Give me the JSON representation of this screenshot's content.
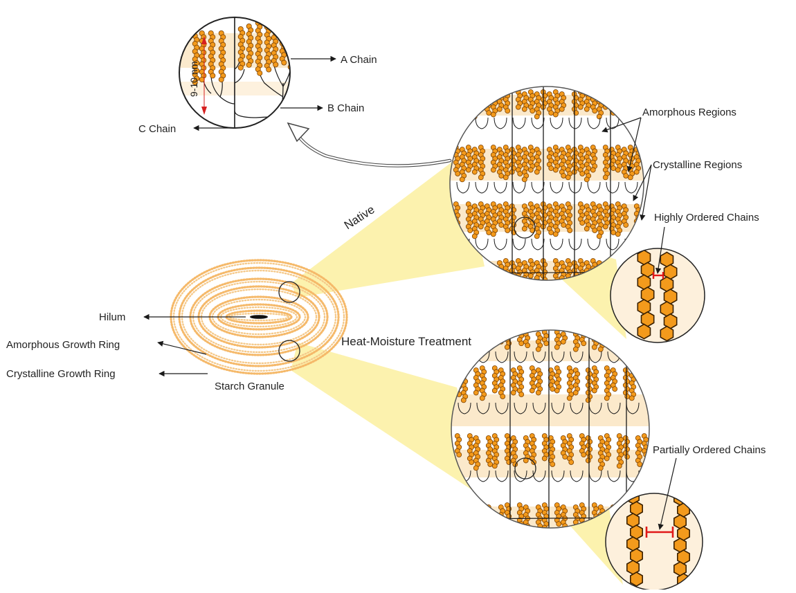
{
  "labels": {
    "a_chain": "A Chain",
    "b_chain": "B Chain",
    "c_chain": "C Chain",
    "scale": "9-10 nm",
    "amorphous_regions": "Amorphous Regions",
    "crystalline_regions": "Crystalline Regions",
    "highly_ordered": "Highly Ordered Chains",
    "partially_ordered": "Partially Ordered Chains",
    "native": "Native",
    "hmt": "Heat-Moisture Treatment",
    "hilum": "Hilum",
    "amorphous_ring": "Amorphous Growth Ring",
    "crystalline_ring": "Crystalline Growth Ring",
    "granule": "Starch Granule"
  },
  "colors": {
    "glucose_fill": "#f39a1c",
    "glucose_stroke": "#7a3f00",
    "crystalline_band": "#fbe8c8",
    "zoom_beam": "#fbf0a0",
    "scale_arrow": "#d62020",
    "spacing_bar": "#e01818",
    "line": "#1a1a1a"
  }
}
